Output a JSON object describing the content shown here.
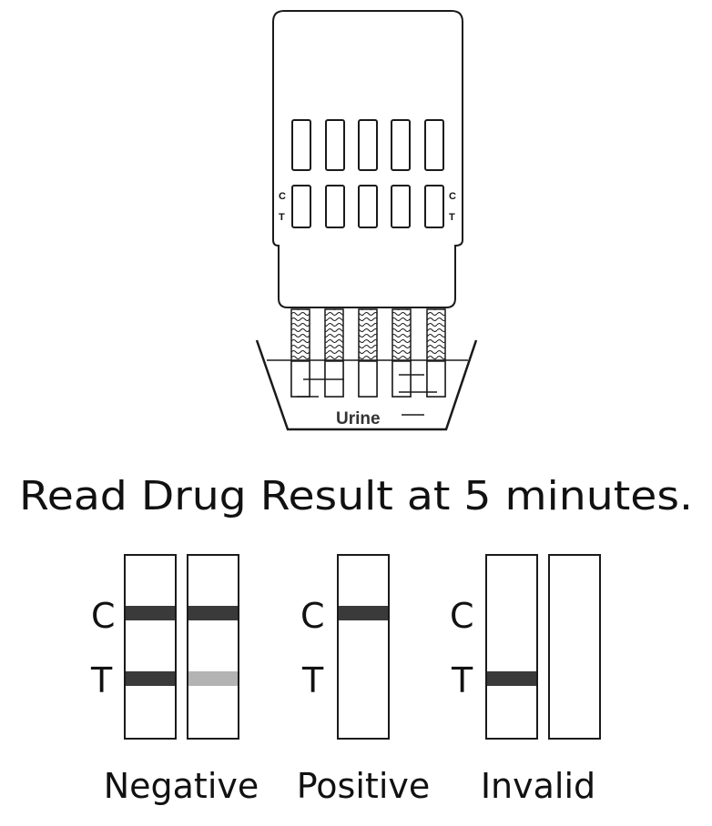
{
  "device": {
    "card_labels": {
      "left_c": "C",
      "left_t": "T",
      "right_c": "C",
      "right_t": "T"
    },
    "cup_label": "Urine",
    "test_panel_count": 5
  },
  "instruction": "Read Drug Result at 5 minutes.",
  "results": {
    "line_labels": {
      "c": "C",
      "t": "T"
    },
    "negative": {
      "label": "Negative",
      "strips": [
        {
          "control_line": "dark",
          "test_line": "dark"
        },
        {
          "control_line": "dark",
          "test_line": "faint"
        }
      ]
    },
    "positive": {
      "label": "Positive",
      "strips": [
        {
          "control_line": "dark",
          "test_line": "none"
        }
      ]
    },
    "invalid": {
      "label": "Invalid",
      "strips": [
        {
          "control_line": "none",
          "test_line": "dark"
        },
        {
          "control_line": "none",
          "test_line": "none"
        }
      ]
    }
  },
  "colors": {
    "dark_line": "#3a3a3a",
    "faint_line": "#b3b3b3",
    "outline": "#1a1a1a"
  }
}
